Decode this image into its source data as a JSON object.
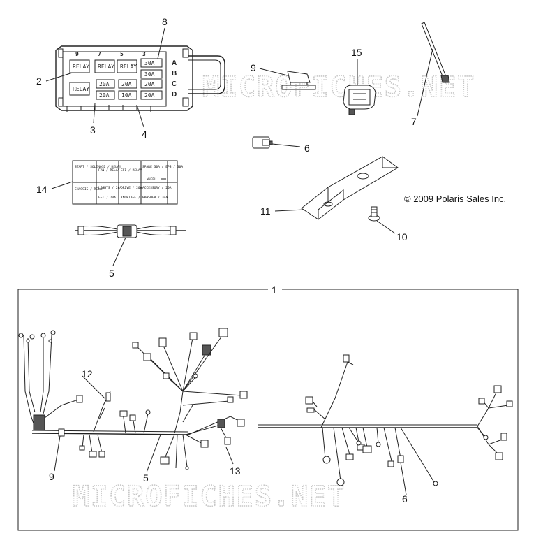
{
  "watermark": "MICROFICHES.NET",
  "copyright": "© 2009 Polaris Sales Inc.",
  "callouts": {
    "c1": "1",
    "c2": "2",
    "c3": "3",
    "c4": "4",
    "c5a": "5",
    "c5b": "5",
    "c6a": "6",
    "c6b": "6",
    "c7": "7",
    "c8": "8",
    "c9a": "9",
    "c9b": "9",
    "c10": "10",
    "c11": "11",
    "c12": "12",
    "c13": "13",
    "c14": "14",
    "c15": "15"
  },
  "fuse_box": {
    "top_numbers": [
      "9",
      "7",
      "5",
      "3"
    ],
    "relays": [
      "RELAY",
      "RELAY",
      "RELAY",
      "RELAY"
    ],
    "fuses": [
      "30A",
      "30A",
      "20A",
      "20A",
      "20A",
      "20A",
      "10A",
      "20A"
    ],
    "rows": [
      "A",
      "B",
      "C",
      "D"
    ]
  },
  "decal": {
    "cells": [
      "START / SOLENOID / RELAY",
      "FAN / RELAY",
      "EFI / RELAY",
      "SPARE 30A / EPS / 30A",
      "CHASSIS / RELAY",
      "LIGHTS / 20A",
      "DRIVE / 20A",
      "ACCESSORY / 20A",
      "",
      "EFI / 20A",
      "KNOWTAGE / 10A",
      "FLASHER / 20A"
    ],
    "side_text": "WHEEL"
  }
}
